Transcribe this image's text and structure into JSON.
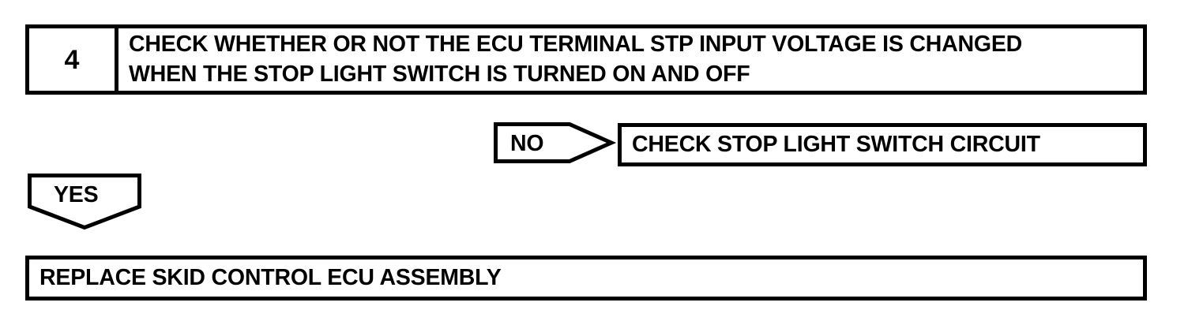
{
  "diagram": {
    "type": "troubleshooting-flowchart",
    "colors": {
      "stroke": "#000000",
      "background": "#ffffff",
      "text": "#000000"
    },
    "step": {
      "number": "4",
      "text_lines": [
        "CHECK WHETHER OR NOT THE ECU TERMINAL STP INPUT VOLTAGE IS CHANGED",
        "WHEN THE STOP LIGHT SWITCH IS TURNED ON AND OFF"
      ]
    },
    "branches": [
      {
        "label": "NO",
        "direction": "right",
        "result": "CHECK STOP LIGHT SWITCH CIRCUIT"
      },
      {
        "label": "YES",
        "direction": "down",
        "result": "REPLACE SKID CONTROL ECU ASSEMBLY"
      }
    ]
  }
}
